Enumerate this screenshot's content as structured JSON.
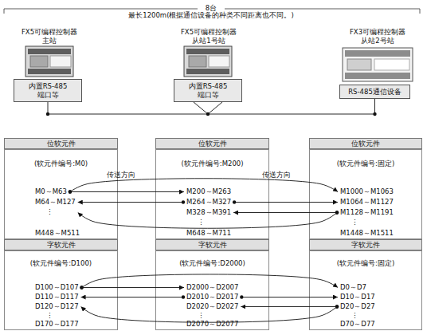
{
  "diagram": {
    "nodes": [
      {
        "text": [
          "内置RS-485 端口等"
        ]
      },
      {
        "text": [
          "内置RS-485 端口等"
        ]
      },
      {
        "text": [
          "RS-485通信设备"
        ]
      },
      {
        "text": [
          "位软元件"
        ]
      },
      {
        "text": [
          "位软元件"
        ]
      },
      {
        "text": [
          "位软元件"
        ]
      },
      {
        "text": [
          "(软元件编号:M0)",
          "M0～M63",
          "M64～M127",
          "⋮",
          "M448～M511"
        ]
      },
      {
        "text": [
          "(软元件编号:M200)",
          "M200～M263",
          "M264～M327",
          "M328～M391",
          "⋮",
          "M648～M711"
        ]
      },
      {
        "text": [
          "(软元件编号:固定)",
          "M1000～M1063",
          "M1064～M1127",
          "M1128～M1191",
          "⋮",
          "M1448～M1511"
        ]
      },
      {
        "text": [
          "字软元件"
        ]
      },
      {
        "text": [
          "字软元件"
        ]
      },
      {
        "text": [
          "字软元件"
        ]
      },
      {
        "text": [
          "(软元件编号:D100)",
          "D100～D107",
          "D110～D117",
          "D120～D127",
          "⋮",
          "D170～D177"
        ]
      },
      {
        "text": [
          "(软元件编号:D2000)",
          "D2000～D2007",
          "D2010～D2017",
          "D2020～D2027",
          "⋮",
          "D2070～D2077"
        ]
      },
      {
        "text": [
          "(软元件编号:固定)",
          "D0～D7",
          "D10～D17",
          "D20～D27",
          "⋮",
          "D70～D77"
        ]
      }
    ],
    "edges": [
      {
        "from": 0,
        "to": 1,
        "arrow": "none"
      },
      {
        "from": 1,
        "to": 2,
        "arrow": "none"
      },
      {
        "from": 6,
        "to": 7,
        "arrow": "to"
      },
      {
        "from": 6,
        "to": 8,
        "arrow": "to"
      },
      {
        "from": 7,
        "to": 6,
        "arrow": "to"
      },
      {
        "from": 7,
        "to": 8,
        "arrow": "to"
      },
      {
        "from": 8,
        "to": 7,
        "arrow": "to"
      },
      {
        "from": 8,
        "to": 6,
        "arrow": "to"
      },
      {
        "from": 12,
        "to": 13,
        "arrow": "to"
      },
      {
        "from": 12,
        "to": 14,
        "arrow": "to"
      },
      {
        "from": 13,
        "to": 12,
        "arrow": "to"
      },
      {
        "from": 13,
        "to": 14,
        "arrow": "to"
      },
      {
        "from": 14,
        "to": 13,
        "arrow": "to"
      },
      {
        "from": 14,
        "to": 12,
        "arrow": "to"
      }
    ],
    "labels": [
      "8台",
      "最长1200m(根据通信设备的种类不同距离也不同。)",
      "FX5可编程控制器",
      "主站",
      "FX5可编程控制器",
      "从站1号站",
      "FX3可编程控制器",
      "从站2号站",
      "传送方向",
      "传送方向"
    ]
  }
}
